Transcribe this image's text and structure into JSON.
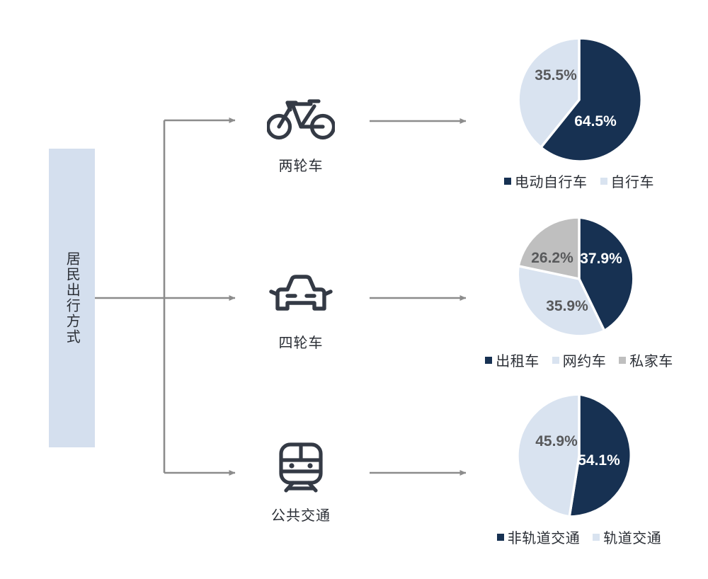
{
  "source": {
    "label": "居民出行方式"
  },
  "colors": {
    "bar_fill": "#d4dfee",
    "navy": "#173152",
    "light_blue": "#d9e3f0",
    "gray": "#bfbfbf",
    "connector": "#8c8c8c",
    "icon": "#343a45",
    "text": "#2b2f36",
    "label_on_light": "#58595b",
    "label_on_dark": "#ffffff"
  },
  "modes": [
    {
      "id": "two-wheel",
      "label": "两轮车",
      "icon": "bicycle-icon"
    },
    {
      "id": "four-wheel",
      "label": "四轮车",
      "icon": "car-icon"
    },
    {
      "id": "transit",
      "label": "公共交通",
      "icon": "train-icon"
    }
  ],
  "chart_data": [
    {
      "type": "pie",
      "id": "two-wheel-share",
      "title": "两轮车",
      "categories": [
        "电动自行车",
        "自行车"
      ],
      "values": [
        64.5,
        35.5
      ],
      "value_labels": [
        "64.5%",
        "35.5%"
      ],
      "colors": [
        "#173152",
        "#d9e3f0"
      ],
      "legend_position": "bottom"
    },
    {
      "type": "pie",
      "id": "four-wheel-share",
      "title": "四轮车",
      "categories": [
        "出租车",
        "网约车",
        "私家车"
      ],
      "values": [
        37.9,
        35.9,
        26.2
      ],
      "value_labels": [
        "37.9%",
        "35.9%",
        "26.2%"
      ],
      "colors": [
        "#173152",
        "#d9e3f0",
        "#bfbfbf"
      ],
      "legend_position": "bottom"
    },
    {
      "type": "pie",
      "id": "transit-share",
      "title": "公共交通",
      "categories": [
        "非轨道交通",
        "轨道交通"
      ],
      "values": [
        54.1,
        45.9
      ],
      "value_labels": [
        "54.1%",
        "45.9%"
      ],
      "colors": [
        "#173152",
        "#d9e3f0"
      ],
      "legend_position": "bottom"
    }
  ]
}
